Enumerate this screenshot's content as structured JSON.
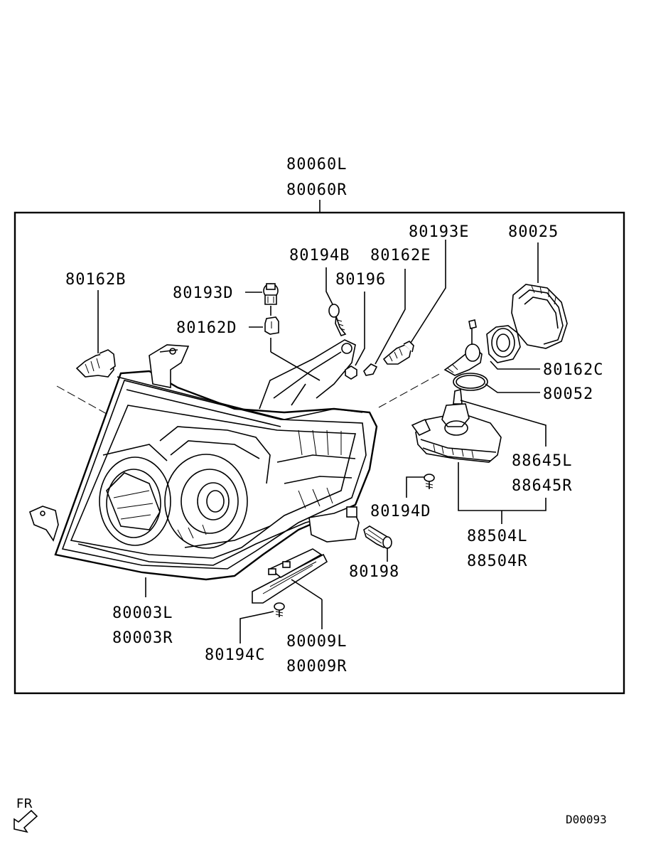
{
  "labels": {
    "assy_l": "80060L",
    "assy_r": "80060R",
    "p80193E": "80193E",
    "p80025": "80025",
    "p80194B": "80194B",
    "p80162E": "80162E",
    "p80162B": "80162B",
    "p80196": "80196",
    "p80193D": "80193D",
    "p80162D": "80162D",
    "p80162C": "80162C",
    "p80052": "80052",
    "p88645L": "88645L",
    "p88645R": "88645R",
    "p80194D": "80194D",
    "p88504L": "88504L",
    "p88504R": "88504R",
    "p80198": "80198",
    "p80003L": "80003L",
    "p80003R": "80003R",
    "p80009L": "80009L",
    "p80009R": "80009R",
    "p80194C": "80194C"
  },
  "footer": {
    "direction": "FR",
    "diagram_code": "D00093"
  }
}
